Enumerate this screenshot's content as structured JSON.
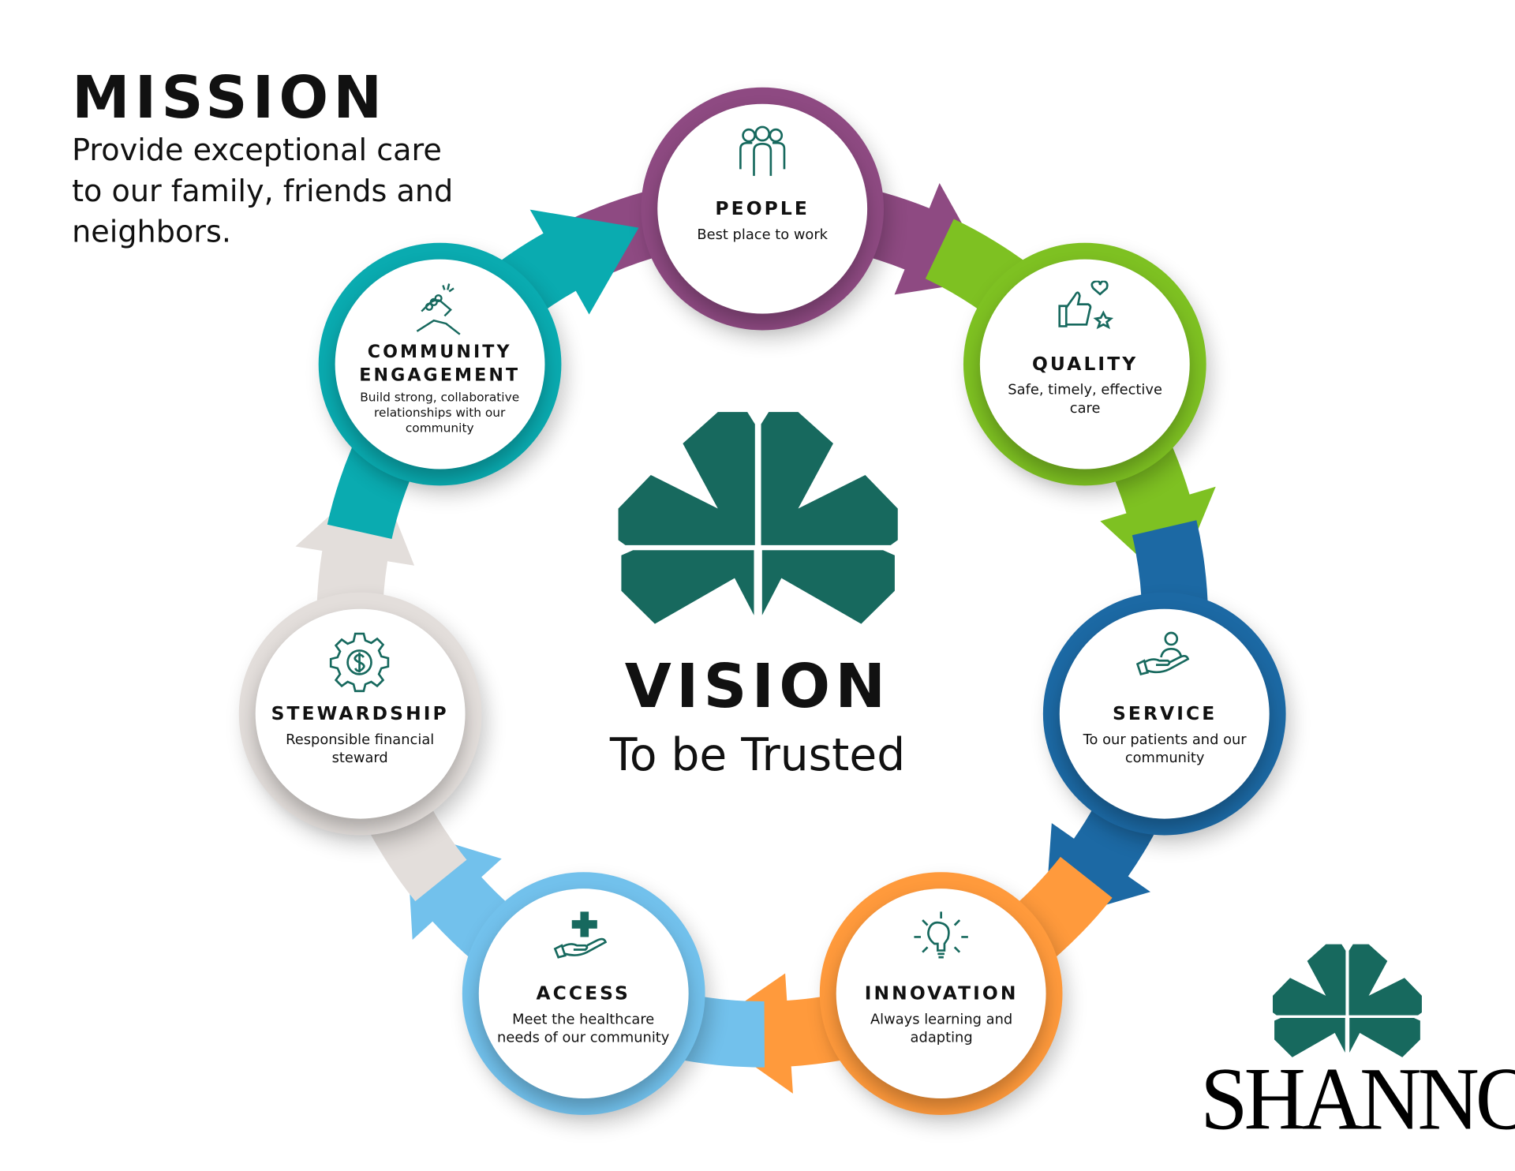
{
  "mission": {
    "title": "MISSION",
    "text": "Provide exceptional care to our family, friends and neighbors."
  },
  "vision": {
    "title": "VISION",
    "tagline": "To be Trusted"
  },
  "brand": {
    "name": "SHANNON",
    "color": "#17695e"
  },
  "values": [
    {
      "key": "people",
      "title": "PEOPLE",
      "desc": "Best place to work",
      "icon": "people-group-icon",
      "color": "#8e4a82"
    },
    {
      "key": "quality",
      "title": "QUALITY",
      "desc": "Safe, timely, effective care",
      "icon": "thumbs-up-heart-star-icon",
      "color": "#7ec122"
    },
    {
      "key": "service",
      "title": "SERVICE",
      "desc": "To our patients and our community",
      "icon": "hand-person-icon",
      "color": "#1c69a4"
    },
    {
      "key": "innovation",
      "title": "INNOVATION",
      "desc": "Always learning and adapting",
      "icon": "lightbulb-icon",
      "color": "#ff9a3c"
    },
    {
      "key": "access",
      "title": "ACCESS",
      "desc": "Meet the healthcare needs of our community",
      "icon": "hand-medical-cross-icon",
      "color": "#72c1ec"
    },
    {
      "key": "stewardship",
      "title": "STEWARDSHIP",
      "desc": "Responsible financial steward",
      "icon": "gear-dollar-icon",
      "color": "#e3dedb"
    },
    {
      "key": "community",
      "title": "COMMUNITY ENGAGEMENT",
      "desc": "Build strong, collaborative relationships with our community",
      "icon": "handshake-icon",
      "color": "#0aabb0"
    }
  ]
}
